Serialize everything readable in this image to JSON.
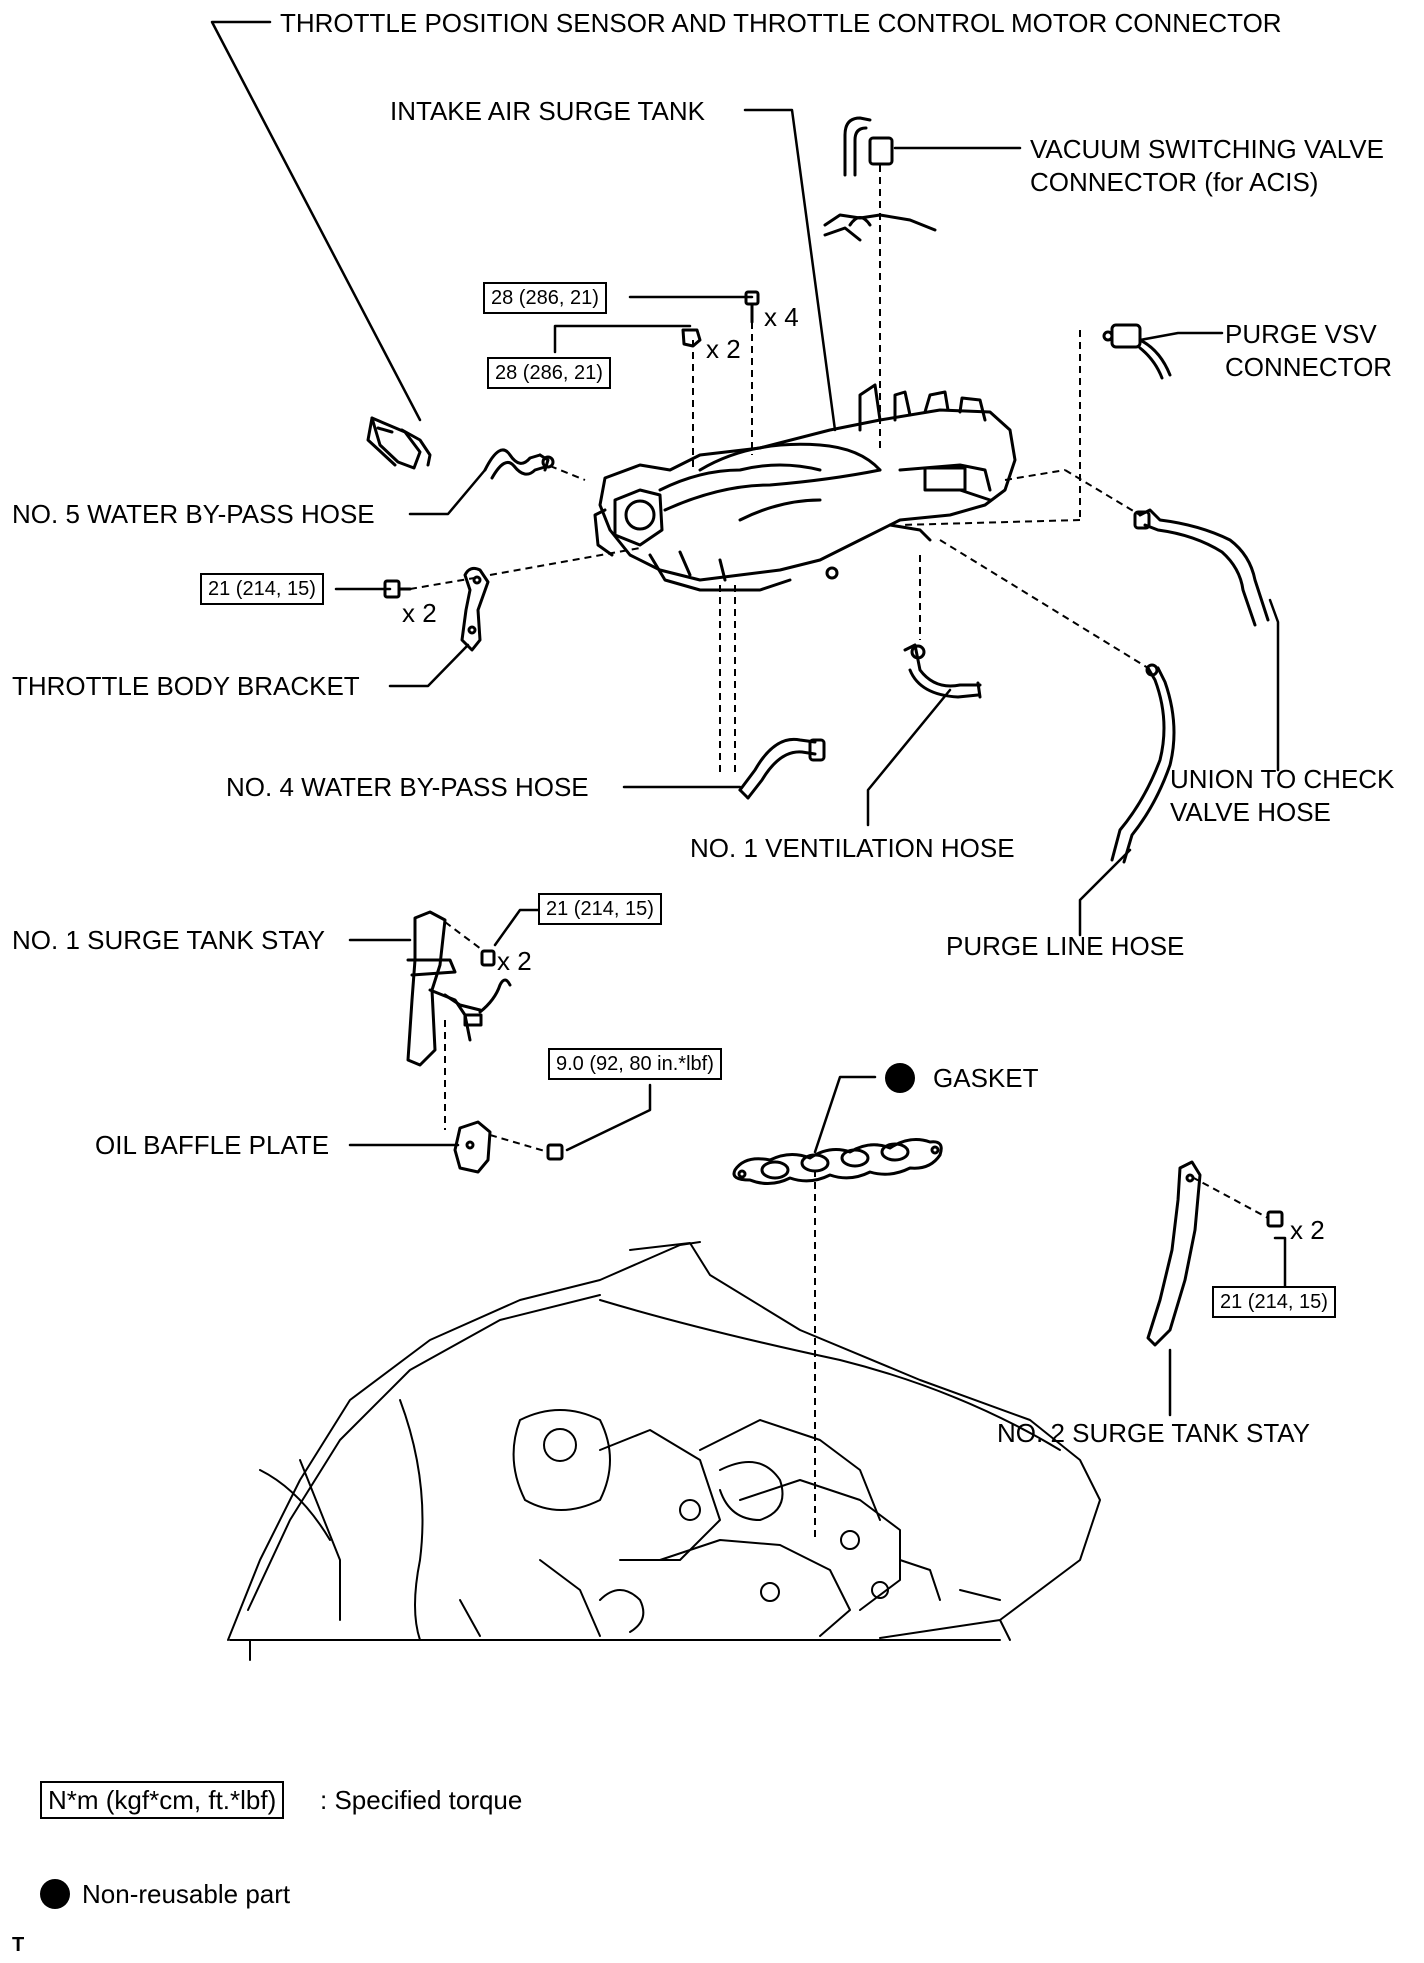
{
  "labels": {
    "tps_connector": "THROTTLE POSITION SENSOR AND THROTTLE CONTROL MOTOR CONNECTOR",
    "intake_surge_tank": "INTAKE AIR SURGE TANK",
    "vsv_connector_line1": "VACUUM SWITCHING VALVE",
    "vsv_connector_line2": "CONNECTOR (for ACIS)",
    "purge_vsv_line1": "PURGE VSV",
    "purge_vsv_line2": "CONNECTOR",
    "no5_water_bypass": "NO. 5 WATER BY-PASS HOSE",
    "throttle_body_bracket": "THROTTLE BODY BRACKET",
    "no4_water_bypass": "NO. 4 WATER BY-PASS HOSE",
    "no1_ventilation": "NO. 1 VENTILATION HOSE",
    "union_check_line1": "UNION TO CHECK",
    "union_check_line2": "VALVE HOSE",
    "purge_line_hose": "PURGE LINE HOSE",
    "no1_surge_stay": "NO. 1 SURGE TANK STAY",
    "gasket": "GASKET",
    "oil_baffle": "OIL BAFFLE PLATE",
    "no2_surge_stay": "NO. 2 SURGE TANK STAY"
  },
  "torques": {
    "surge_bolt": "28 (286, 21)",
    "surge_nut": "28 (286, 21)",
    "bracket_bolt": "21 (214, 15)",
    "stay1_bolt": "21 (214, 15)",
    "baffle_bolt": "9.0 (92, 80 in.*lbf)",
    "stay2_bolt": "21 (214, 15)"
  },
  "quantities": {
    "surge_bolt": "x 4",
    "surge_nut": "x 2",
    "bracket_bolt": "x 2",
    "stay1_bolt": "x 2",
    "stay2_bolt": "x 2"
  },
  "legend": {
    "torque_unit": "N*m (kgf*cm, ft.*lbf)",
    "torque_desc": ": Specified torque",
    "nonreusable_desc": "Non-reusable part"
  },
  "footer_mark": "T"
}
